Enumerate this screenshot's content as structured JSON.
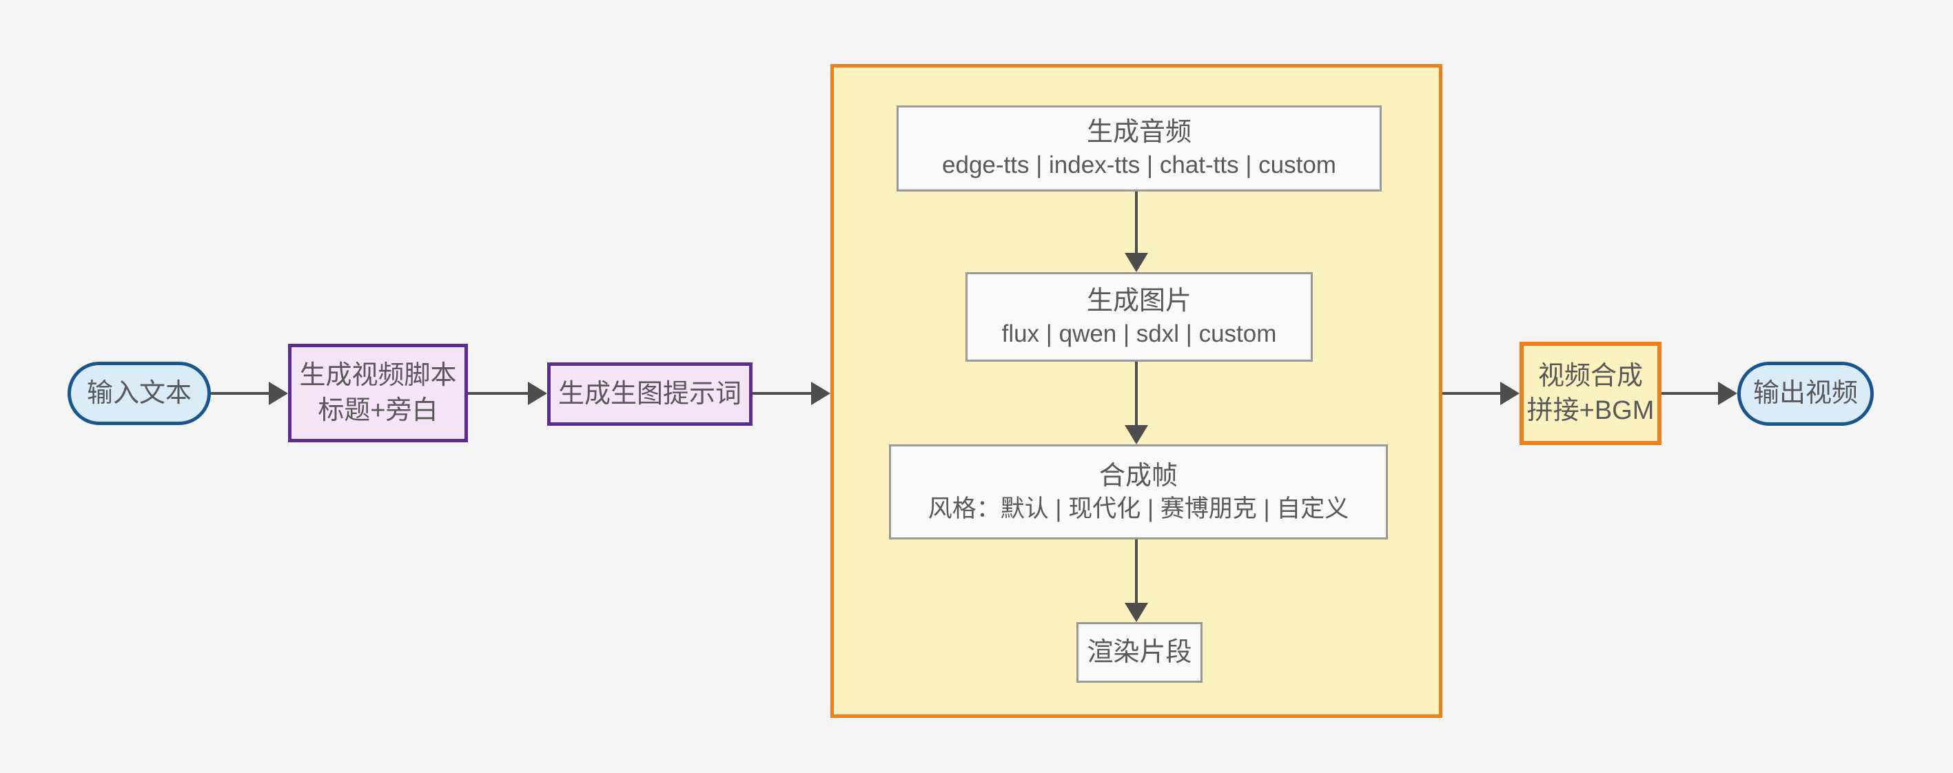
{
  "colors": {
    "background": "#f5f5f5",
    "arrow": "#4d4d4d",
    "text": "#595959",
    "terminal_border": "#1a568e",
    "terminal_fill": "#d9ecf8",
    "process_border": "#5c2d91",
    "process_fill": "#f3e5f5",
    "container_border": "#ee7f1b",
    "container_fill": "#fbf2c0",
    "step_border": "#999999",
    "step_fill": "#fafafa"
  },
  "nodes": {
    "input": {
      "label": "输入文本"
    },
    "script": {
      "line1": "生成视频脚本",
      "line2": "标题+旁白"
    },
    "prompt": {
      "label": "生成生图提示词"
    },
    "audio": {
      "line1": "生成音频",
      "line2": "edge-tts | index-tts | chat-tts | custom"
    },
    "image": {
      "line1": "生成图片",
      "line2": "flux | qwen | sdxl | custom"
    },
    "frames": {
      "line1": "合成帧",
      "line2": "风格：默认 | 现代化 | 赛博朋克 | 自定义"
    },
    "render": {
      "label": "渲染片段"
    },
    "compose": {
      "line1": "视频合成",
      "line2": "拼接+BGM"
    },
    "output": {
      "label": "输出视频"
    }
  }
}
